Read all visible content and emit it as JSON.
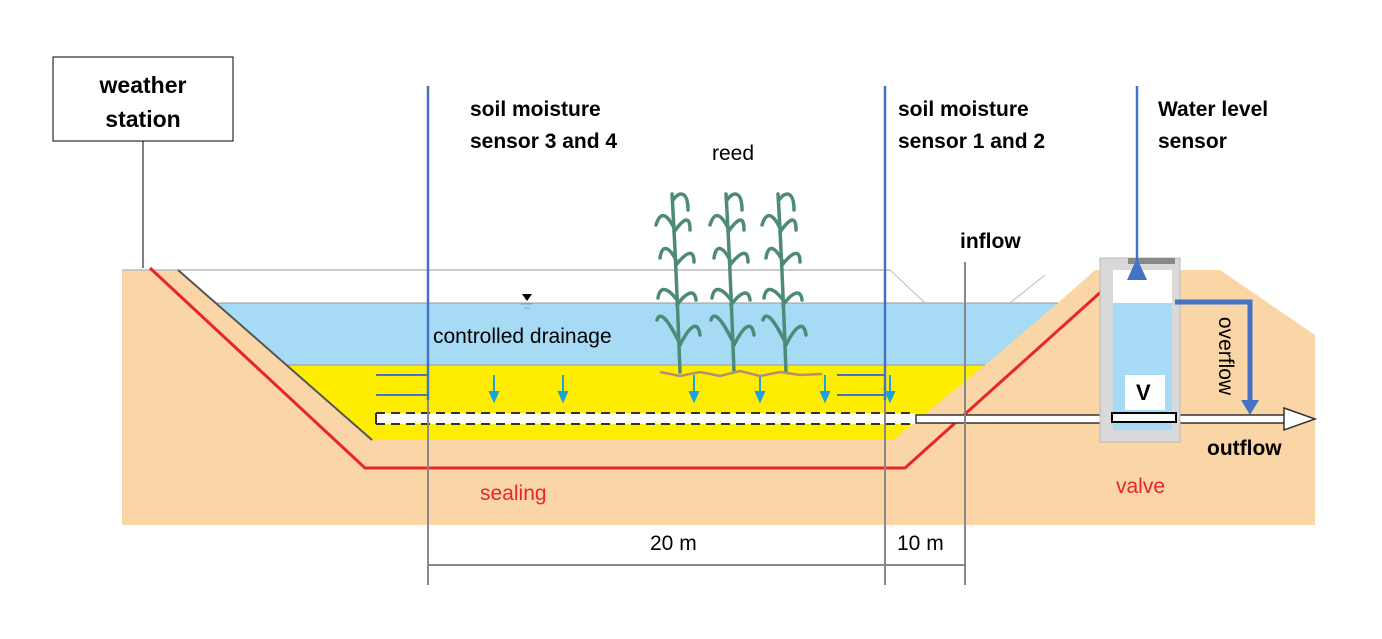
{
  "labels": {
    "weather_station": "weather station",
    "sensor_34": "soil moisture sensor 3 and 4",
    "sensor_12": "soil moisture sensor 1 and 2",
    "water_level_sensor": "Water level sensor",
    "reed": "reed",
    "inflow": "inflow",
    "controlled_drainage": "controlled drainage",
    "overflow": "overflow",
    "valve_symbol": "V",
    "outflow": "outflow",
    "sealing": "sealing",
    "valve": "valve",
    "dim_20": "20 m",
    "dim_10": "10 m"
  },
  "colors": {
    "soil": "#fad5a5",
    "water": "#a6daf5",
    "filter": "#ffed00",
    "sealing": "#e8262a",
    "sensor": "#4472c4",
    "reed": "#4e8a78"
  }
}
